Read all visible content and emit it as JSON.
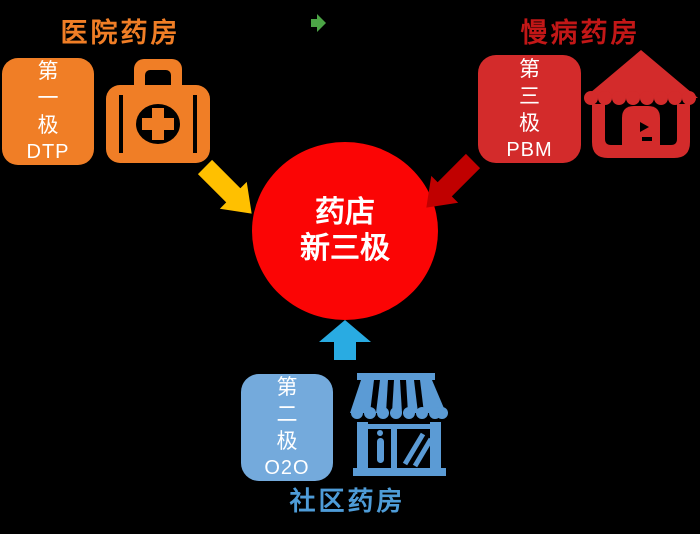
{
  "canvas": {
    "background": "#000000"
  },
  "center_node": {
    "line1": "药店",
    "line2": "新三极",
    "bg_color": "#FB0505",
    "text_color": "#FFFFFF"
  },
  "hospital": {
    "title": "医院药房",
    "title_color": "#F07E26",
    "box_color": "#F07E26",
    "pole_chars": [
      "第",
      "一",
      "极"
    ],
    "pole_latin": "DTP",
    "icon": "first-aid-kit-icon",
    "icon_color": "#F07E26",
    "arrow_color": "#FFC000"
  },
  "chronic": {
    "title": "慢病药房",
    "title_color": "#C21717",
    "box_color": "#D32B2B",
    "pole_chars": [
      "第",
      "三",
      "极"
    ],
    "pole_latin": "PBM",
    "icon": "pharmacy-house-icon",
    "icon_color": "#D32B2B",
    "arrow_color": "#C00000"
  },
  "community": {
    "title": "社区药房",
    "title_color": "#4E9CD8",
    "box_color": "#74AADC",
    "pole_chars": [
      "第",
      "二",
      "极"
    ],
    "pole_latin": "O2O",
    "icon": "storefront-icon",
    "icon_color": "#5B9BD5",
    "arrow_color": "#29ABE2"
  },
  "decor": {
    "green_arrow_icon": "small-right-arrow",
    "green_arrow_color": "#4CA546"
  }
}
